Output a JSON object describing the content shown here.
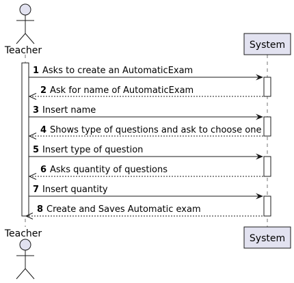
{
  "diagram": {
    "participants": {
      "teacher": {
        "label": "Teacher",
        "kind": "actor",
        "fill": "#E2E2F0",
        "stroke": "#181818"
      },
      "system": {
        "label": "System",
        "kind": "participant",
        "fill": "#E2E2F0",
        "stroke": "#181818"
      }
    },
    "messages": [
      {
        "num": "1",
        "text": "Asks to create an AutomaticExam",
        "direction": "to-system",
        "style": "solid"
      },
      {
        "num": "2",
        "text": "Ask for name of AutomaticExam",
        "direction": "to-teacher",
        "style": "dashed"
      },
      {
        "num": "3",
        "text": "Insert name",
        "direction": "to-system",
        "style": "solid"
      },
      {
        "num": "4",
        "text": "Shows type of questions and ask to choose one",
        "direction": "to-teacher",
        "style": "dashed"
      },
      {
        "num": "5",
        "text": "Insert type of question",
        "direction": "to-system",
        "style": "solid"
      },
      {
        "num": "6",
        "text": "Asks quantity of questions",
        "direction": "to-teacher",
        "style": "dashed"
      },
      {
        "num": "7",
        "text": "Insert quantity",
        "direction": "to-system",
        "style": "solid"
      },
      {
        "num": "8",
        "text": "Create and Saves Automatic exam",
        "direction": "to-teacher",
        "style": "dashed"
      }
    ]
  }
}
